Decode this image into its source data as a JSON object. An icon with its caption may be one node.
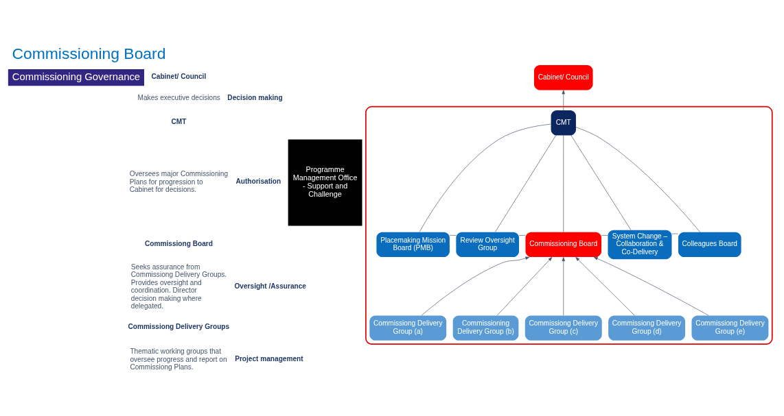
{
  "diagram": {
    "title": "Commissioning Board",
    "nodes": [
      {
        "text": [
          "Cabinet/ Council"
        ]
      },
      {
        "text": [],
        "shape": "box"
      },
      {
        "text": [
          "CMT"
        ],
        "in": 1
      },
      {
        "text": [
          "Placemaking Mission Board (PMB)"
        ],
        "in": 1
      },
      {
        "text": [
          "Review Oversight Group"
        ],
        "in": 1
      },
      {
        "text": [
          "Commissioning Board"
        ],
        "in": 1
      },
      {
        "text": [
          "System Change – Collaboration & Co-Delivery"
        ],
        "in": 1
      },
      {
        "text": [
          "Colleagues Board"
        ],
        "in": 1
      },
      {
        "text": [
          "Commissiong Delivery Group (a)"
        ],
        "in": 1
      },
      {
        "text": [
          "Commissioning Delivery Group (b)"
        ],
        "in": 1
      },
      {
        "text": [
          "Commissiong Delivery Group (c)"
        ],
        "in": 1
      },
      {
        "text": [
          "Commissiong Delivery Group (d)"
        ],
        "in": 1
      },
      {
        "text": [
          "Commissiong Delivery Group (e)"
        ],
        "in": 1
      },
      {
        "text": [
          "Programme Management Office - Support and Challenge"
        ]
      }
    ],
    "edges": [
      {
        "from": 2,
        "to": 0,
        "arrow": "to"
      },
      {
        "from": 3,
        "to": 2,
        "arrow": "none"
      },
      {
        "from": 4,
        "to": 2,
        "arrow": "none"
      },
      {
        "from": 5,
        "to": 2,
        "arrow": "none"
      },
      {
        "from": 6,
        "to": 2,
        "arrow": "none"
      },
      {
        "from": 7,
        "to": 2,
        "arrow": "none"
      },
      {
        "from": 3,
        "to": 4,
        "arrow": "none"
      },
      {
        "from": 4,
        "to": 5,
        "arrow": "none"
      },
      {
        "from": 5,
        "to": 6,
        "arrow": "none"
      },
      {
        "from": 6,
        "to": 7,
        "arrow": "none"
      },
      {
        "from": 8,
        "to": 5,
        "arrow": "to"
      },
      {
        "from": 9,
        "to": 5,
        "arrow": "to"
      },
      {
        "from": 10,
        "to": 5,
        "arrow": "to"
      },
      {
        "from": 11,
        "to": 5,
        "arrow": "to"
      },
      {
        "from": 12,
        "to": 5,
        "arrow": "to"
      }
    ],
    "labels": [
      "Commissioning Governance",
      "Cabinet/ Council",
      "Makes executive decisions",
      "Decision making",
      "CMT",
      "Oversees major Commissioning Plans for progression to Cabinet for decisions.",
      "Authorisation",
      "Commissiong Board",
      "Seeks assurance from Commissiong Delivery Groups. Provides oversight and coordination. Director decision making where delegated.",
      "Oversight /Assurance",
      "Commissiong Delivery Groups",
      "Thematic working groups that oversee progress and report on Commissiong Plans.",
      "Project management"
    ]
  }
}
